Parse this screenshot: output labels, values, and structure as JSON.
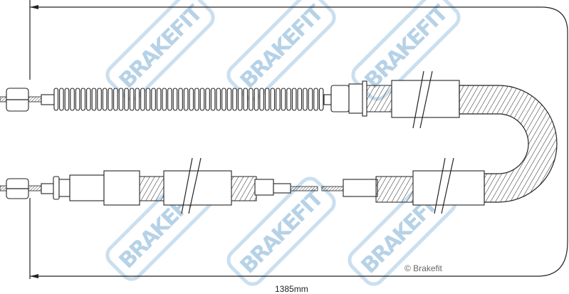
{
  "dimension": {
    "length_label": "1385mm"
  },
  "copyright": "© Brakefit",
  "watermark": {
    "text": "BRAKEFIT",
    "color": "#9ec3e0"
  },
  "colors": {
    "line": "#222222",
    "watermark": "#b9d5ea"
  }
}
